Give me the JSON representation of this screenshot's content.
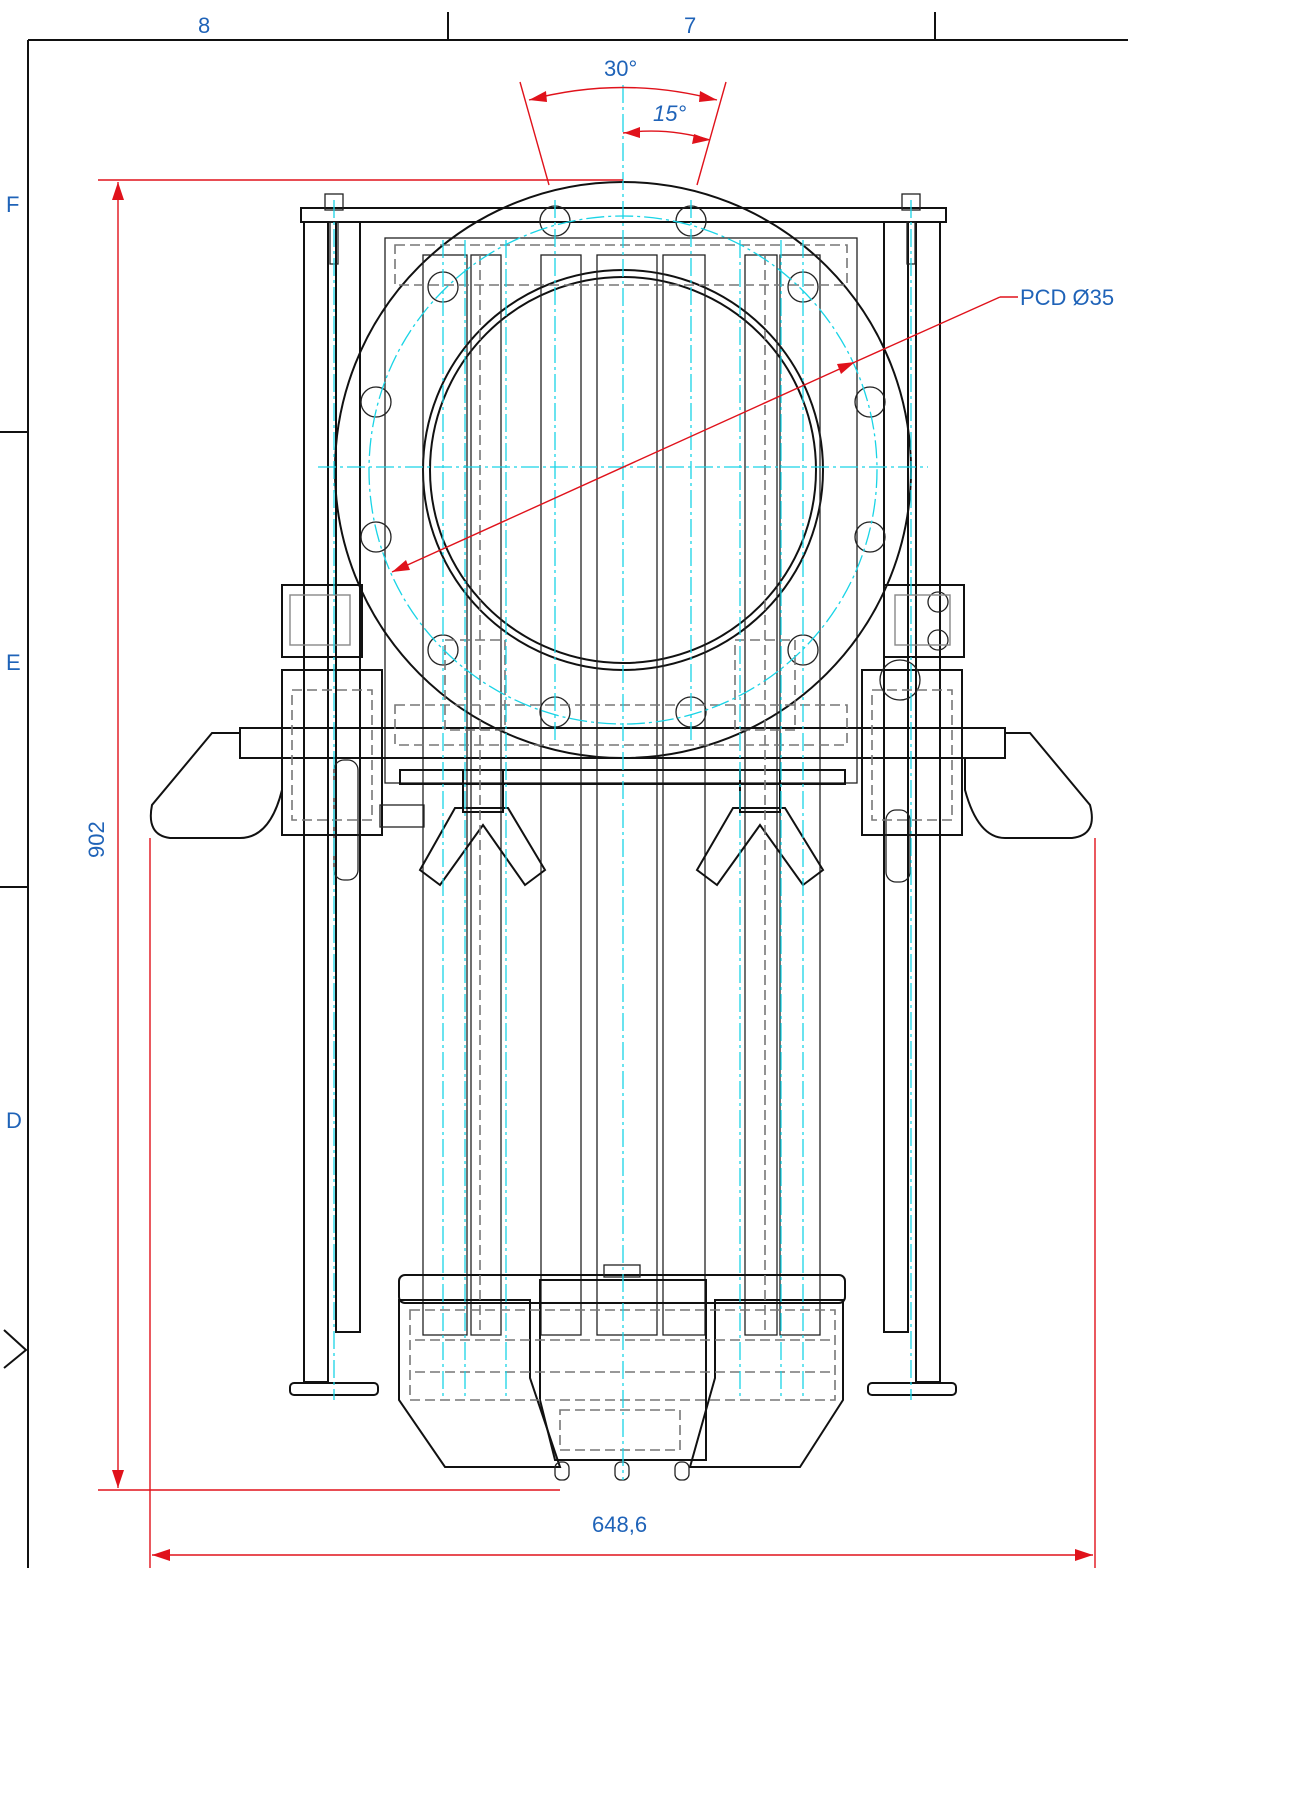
{
  "drawing": {
    "zone_columns": [
      "8",
      "7"
    ],
    "zone_rows": [
      "F",
      "E",
      "D"
    ],
    "angle_outer": "30°",
    "angle_inner": "15°",
    "pcd_label": "PCD Ø35",
    "height_dim": "902",
    "width_dim": "648,6"
  }
}
